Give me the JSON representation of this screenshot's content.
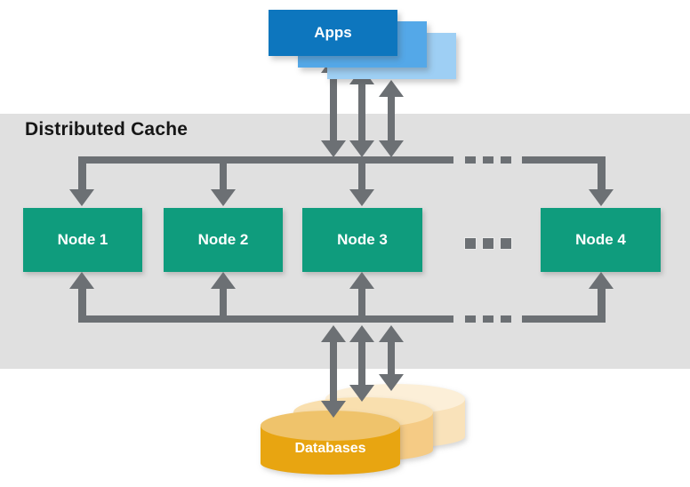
{
  "band": {
    "title": "Distributed Cache"
  },
  "apps": {
    "label": "Apps"
  },
  "nodes": [
    {
      "label": "Node 1"
    },
    {
      "label": "Node 2"
    },
    {
      "label": "Node 3"
    },
    {
      "label": "Node 4"
    }
  ],
  "databases": {
    "label": "Databases"
  },
  "colors": {
    "bg": "#ffffff",
    "band_gray": "#e0e0e0",
    "arrow_gray": "#6c7074",
    "node_green": "#0f9c7d",
    "app_blue_front": "#0d76be",
    "app_blue_middle": "#54a8e8",
    "app_blue_back": "#9ecff4",
    "db_gold": "#e8a511",
    "db_gold_top": "#efc36b",
    "db_tan": "#f5cb85",
    "db_tan_top": "#f9dfae",
    "db_cream": "#f9e2ba",
    "db_cream_top": "#fcefd8",
    "title_text": "#161616",
    "label_text": "#ffffff"
  }
}
